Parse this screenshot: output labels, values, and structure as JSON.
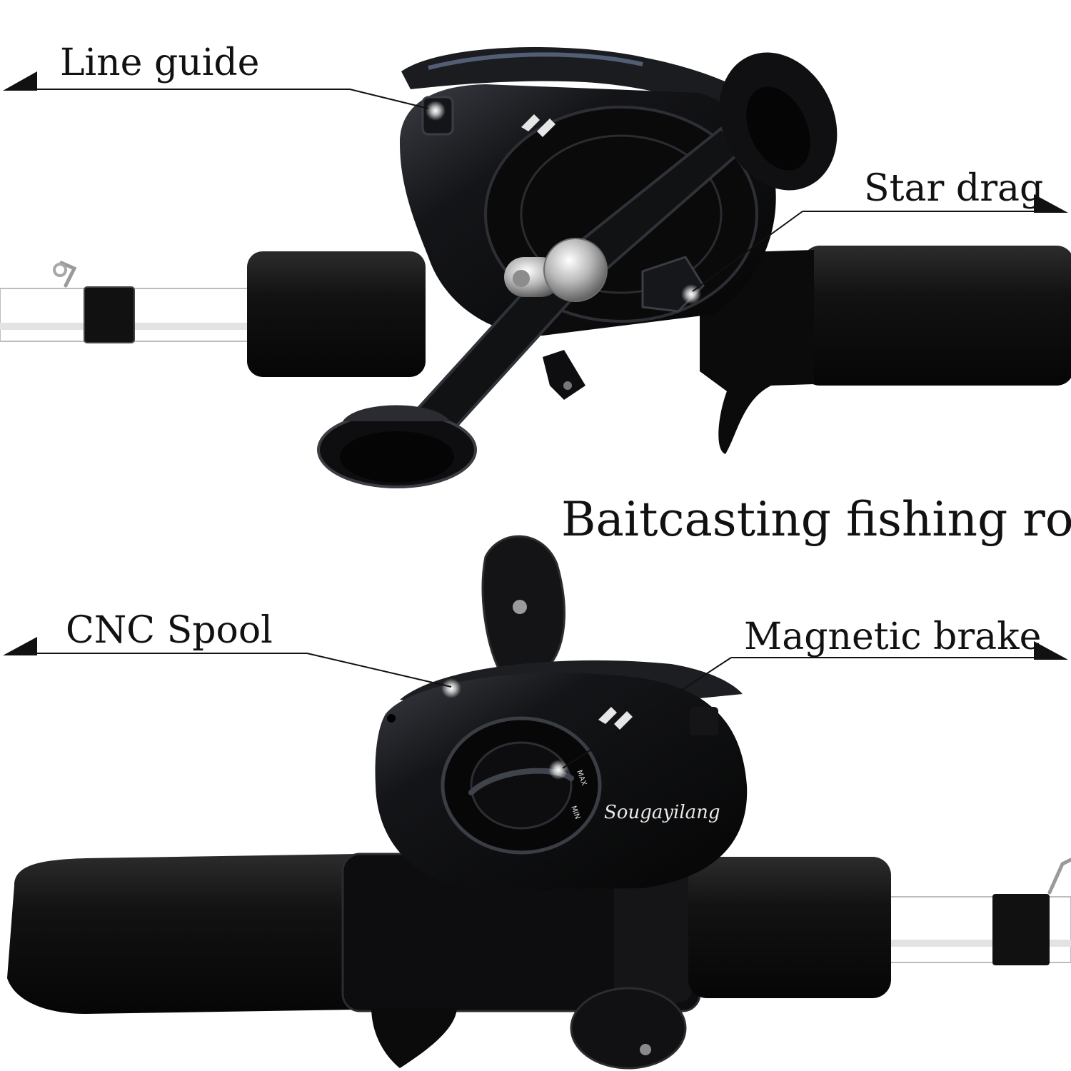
{
  "callouts": {
    "line_guide": "Line guide",
    "star_drag": "Star drag",
    "cnc_spool": "CNC Spool",
    "magnetic_brake": "Magnetic brake"
  },
  "title": "Baitcasting fishing rod",
  "brand": {
    "logo_text": "Sougayilang",
    "dial_max": "MAX",
    "dial_min": "MIN"
  },
  "colors": {
    "background": "#ffffff",
    "text": "#111111",
    "reel_body": "#0d0d0f",
    "rod_blank": "#ffffff",
    "grip": "#141414",
    "chrome": "#b8b8b8"
  }
}
